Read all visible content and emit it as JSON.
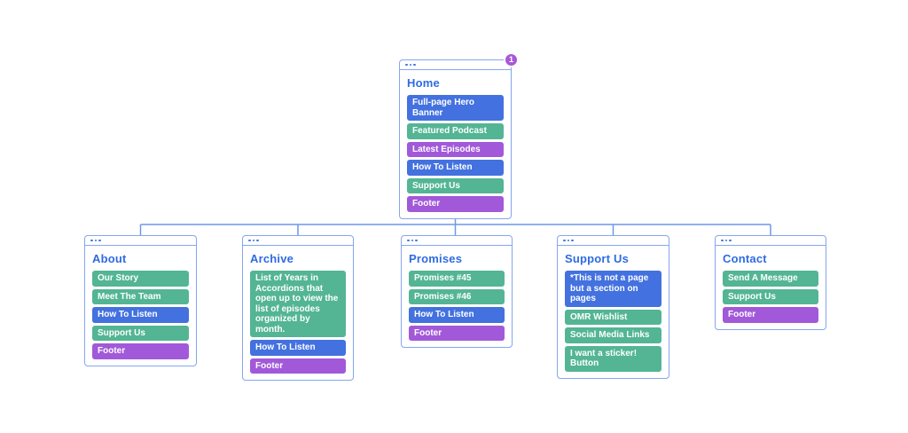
{
  "badge": {
    "count": "1"
  },
  "icons": {
    "card_menu": "window-dots-icon"
  },
  "colors": {
    "blue": "#4371df",
    "green": "#53b594",
    "purple": "#a159d9",
    "title": "#2e6be2",
    "border": "#85a6f0",
    "line": "#6c99ec",
    "dots": "#4273e0",
    "badge": "#a958d6"
  },
  "cards": {
    "home": {
      "title": "Home",
      "items": [
        {
          "label": "Full-page Hero Banner",
          "type": "blue"
        },
        {
          "label": "Featured Podcast",
          "type": "green"
        },
        {
          "label": "Latest Episodes",
          "type": "purple"
        },
        {
          "label": "How To Listen",
          "type": "blue"
        },
        {
          "label": "Support Us",
          "type": "green"
        },
        {
          "label": "Footer",
          "type": "purple"
        }
      ]
    },
    "about": {
      "title": "About",
      "items": [
        {
          "label": "Our Story",
          "type": "green"
        },
        {
          "label": "Meet The Team",
          "type": "green"
        },
        {
          "label": "How To Listen",
          "type": "blue"
        },
        {
          "label": "Support Us",
          "type": "green"
        },
        {
          "label": "Footer",
          "type": "purple"
        }
      ]
    },
    "archive": {
      "title": "Archive",
      "items": [
        {
          "label": "List of Years in Accordions that open up to view the list of episodes organized by month.",
          "type": "green"
        },
        {
          "label": "How To Listen",
          "type": "blue"
        },
        {
          "label": "Footer",
          "type": "purple"
        }
      ]
    },
    "promises": {
      "title": "Promises",
      "items": [
        {
          "label": "Promises #45",
          "type": "green"
        },
        {
          "label": "Promises #46",
          "type": "green"
        },
        {
          "label": "How To Listen",
          "type": "blue"
        },
        {
          "label": "Footer",
          "type": "purple"
        }
      ]
    },
    "support": {
      "title": "Support Us",
      "items": [
        {
          "label": "*This is not a page but a section on pages",
          "type": "blue"
        },
        {
          "label": "OMR Wishlist",
          "type": "green"
        },
        {
          "label": "Social Media Links",
          "type": "green"
        },
        {
          "label": "I want a sticker! Button",
          "type": "green"
        }
      ]
    },
    "contact": {
      "title": "Contact",
      "items": [
        {
          "label": "Send A Message",
          "type": "green"
        },
        {
          "label": "Support Us",
          "type": "green"
        },
        {
          "label": "Footer",
          "type": "purple"
        }
      ]
    }
  }
}
